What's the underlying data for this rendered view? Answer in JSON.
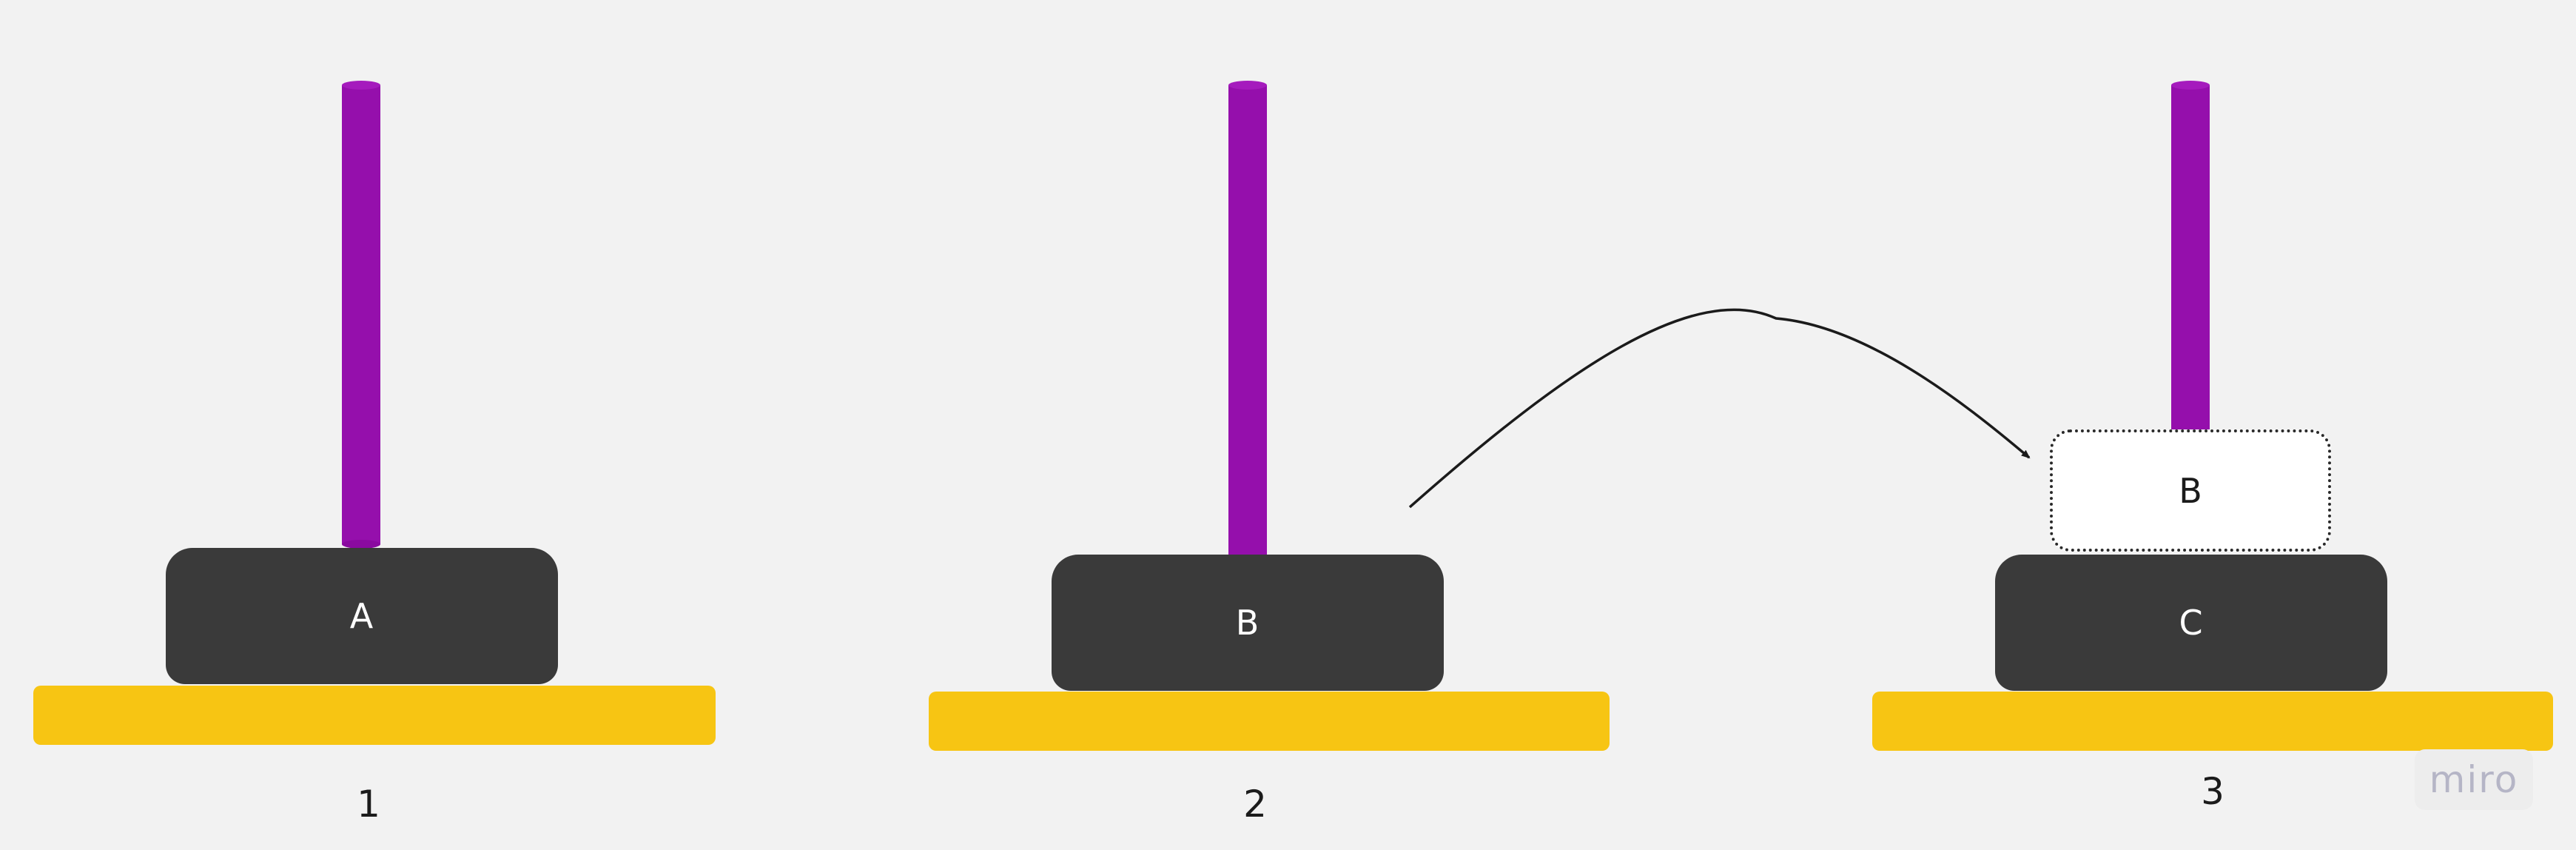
{
  "colors": {
    "background": "#f2f2f2",
    "rod": "#950fac",
    "disk": "#3a3a3a",
    "disk_text": "#ffffff",
    "ghost_disk": "#ffffff",
    "base": "#f7c513",
    "arrow": "#1b1b1b"
  },
  "pegs": [
    {
      "label": "1",
      "disks": [
        {
          "label": "A",
          "style": "solid"
        }
      ]
    },
    {
      "label": "2",
      "disks": [
        {
          "label": "B",
          "style": "solid"
        }
      ]
    },
    {
      "label": "3",
      "disks": [
        {
          "label": "C",
          "style": "solid"
        },
        {
          "label": "B",
          "style": "dotted-outline"
        }
      ]
    }
  ],
  "move_arrow": {
    "from_peg": "2",
    "to_peg": "3",
    "disk": "B"
  },
  "watermark": {
    "text": "miro"
  }
}
